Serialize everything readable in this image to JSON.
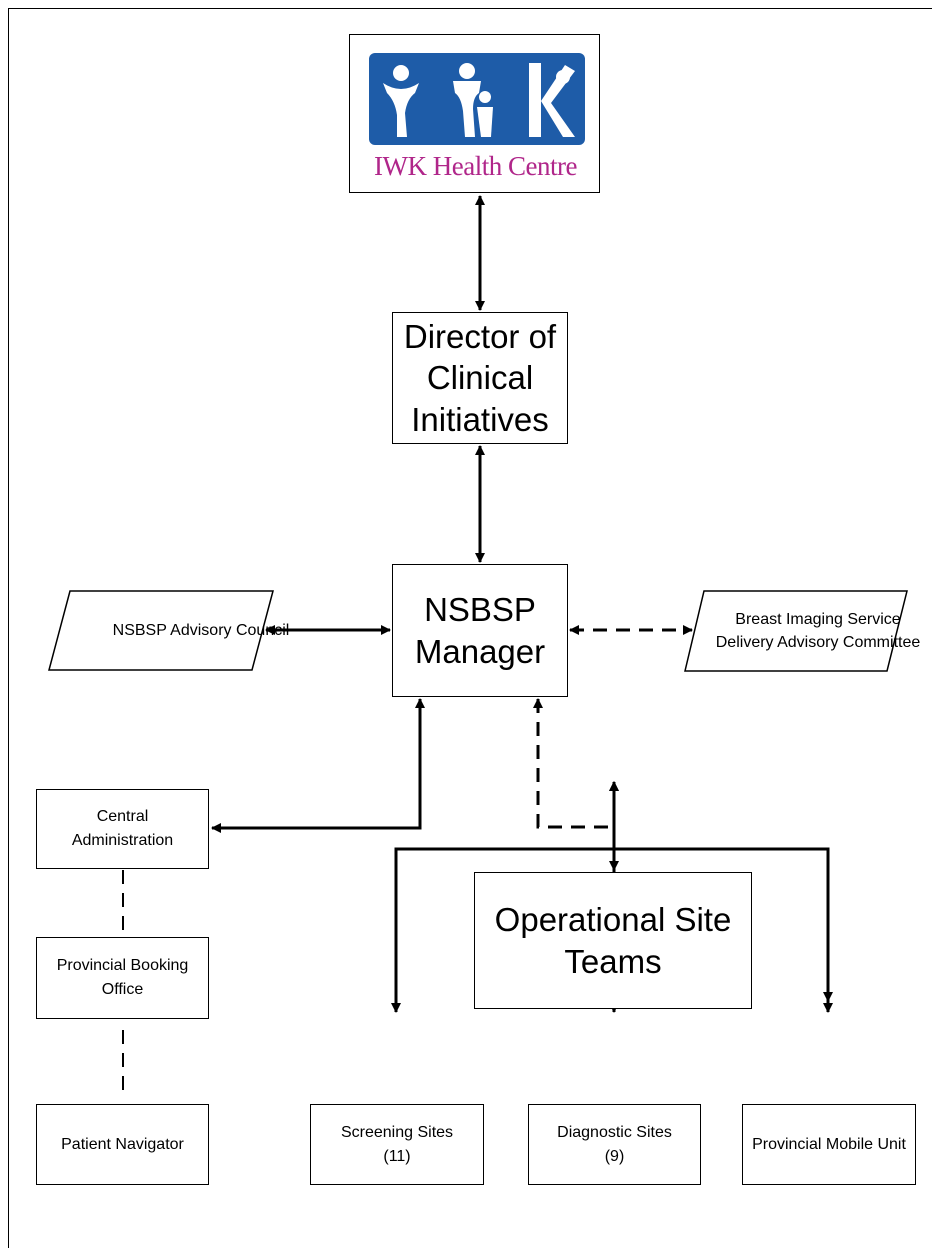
{
  "logo": {
    "text": "IWK Health Centre"
  },
  "boxes": {
    "director": "Director of Clinical Initiatives",
    "manager": "NSBSP Manager",
    "advisory_council": "NSBSP Advisory Council",
    "breast_imaging": "Breast Imaging Service Delivery Advisory Committee",
    "central_admin": "Central Administration",
    "booking_office": "Provincial Booking Office",
    "patient_navigator": "Patient Navigator",
    "operational": "Operational Site Teams",
    "screening": "Screening Sites (11)",
    "diagnostic": "Diagnostic Sites (9)",
    "mobile_unit": "Provincial Mobile Unit"
  },
  "colors": {
    "logo_blue": "#1e5ca8",
    "logo_magenta": "#b0268a",
    "line": "#000000"
  }
}
